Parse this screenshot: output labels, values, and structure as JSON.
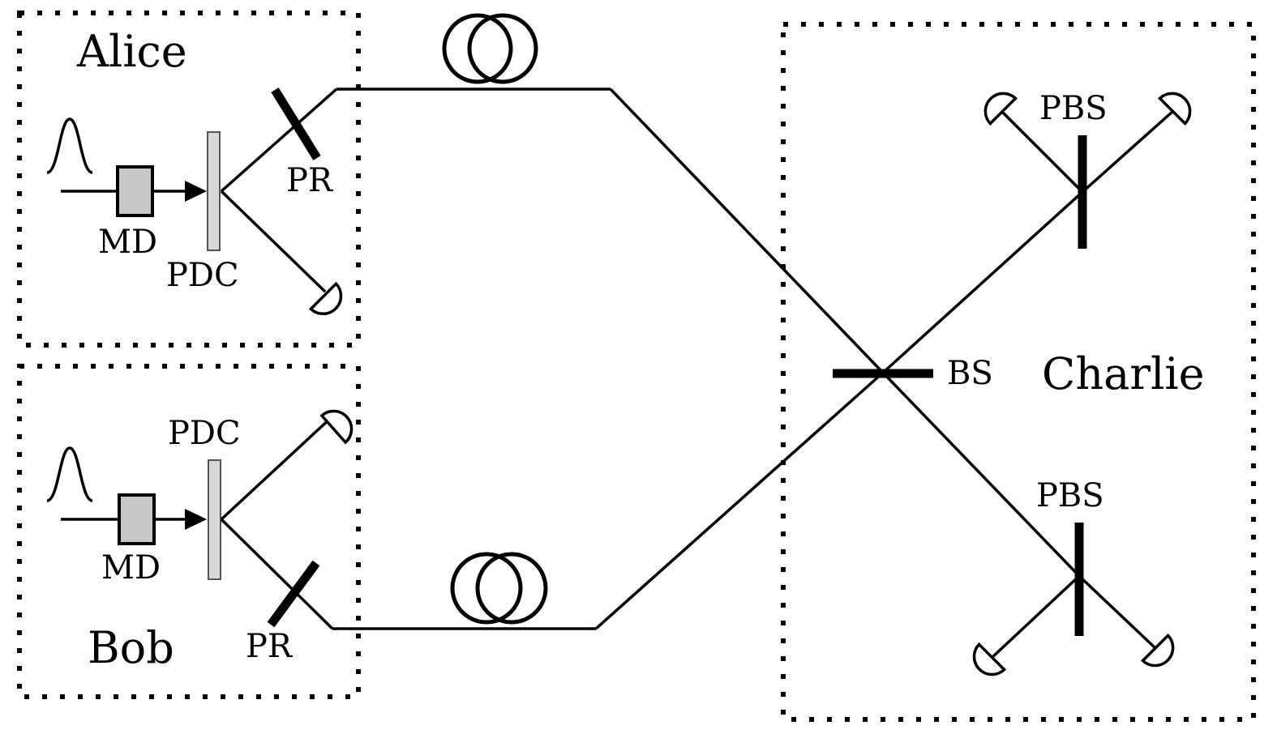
{
  "parties": {
    "alice": "Alice",
    "bob": "Bob",
    "charlie": "Charlie"
  },
  "components": {
    "alice_md": "MD",
    "alice_pdc": "PDC",
    "alice_pr": "PR",
    "bob_md": "MD",
    "bob_pdc": "PDC",
    "bob_pr": "PR",
    "bs": "BS",
    "pbs_top": "PBS",
    "pbs_bottom": "PBS"
  }
}
